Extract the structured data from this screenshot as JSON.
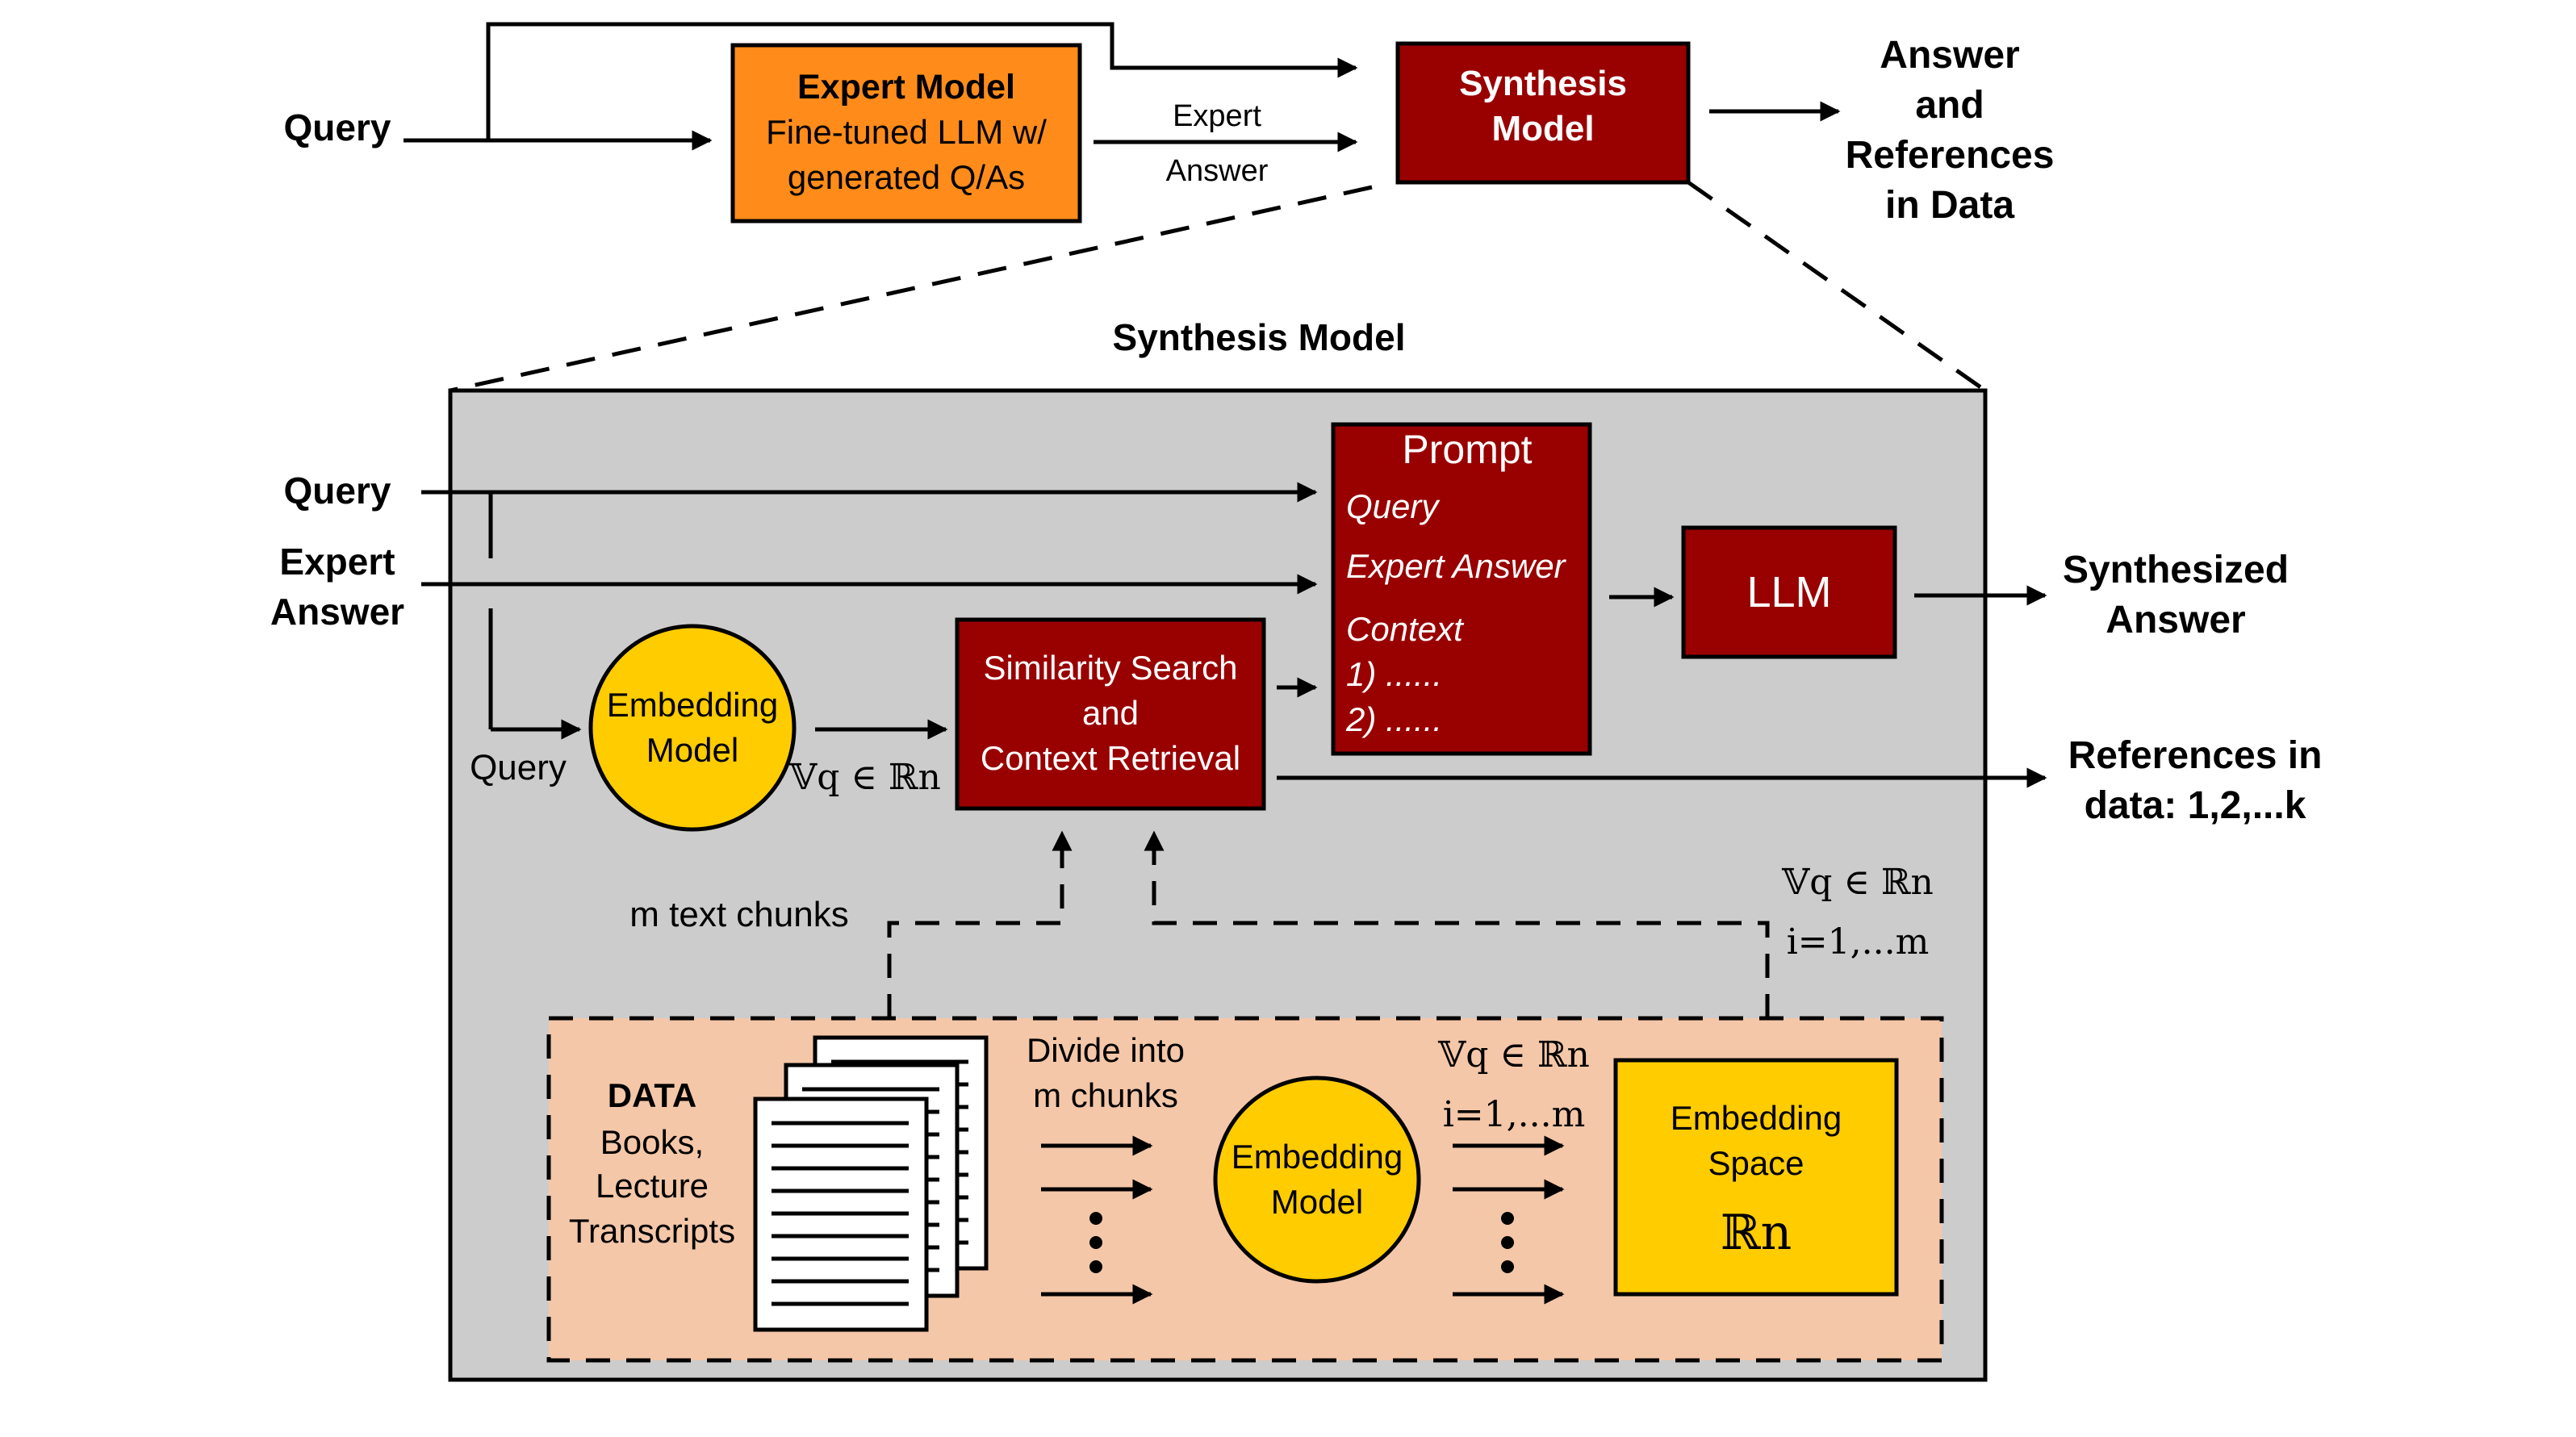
{
  "top": {
    "query": "Query",
    "expert_box": {
      "title": "Expert Model",
      "line1": "Fine-tuned LLM w/",
      "line2": "generated Q/As"
    },
    "expert_answer": [
      "Expert",
      "Answer"
    ],
    "synthesis_box": [
      "Synthesis",
      "Model"
    ],
    "output": [
      "Answer",
      "and",
      "References",
      "in Data"
    ]
  },
  "detail": {
    "title": "Synthesis Model",
    "query_in": "Query",
    "expert_answer_in": [
      "Expert",
      "Answer"
    ],
    "prompt": {
      "title": "Prompt",
      "items": [
        "Query",
        "Expert Answer",
        "Context",
        "1) ......",
        "2) ......"
      ]
    },
    "llm": "LLM",
    "synth_out": [
      "Synthesized",
      "Answer"
    ],
    "refs_out": [
      "References in",
      "data: 1,2,...k"
    ],
    "embed_model": [
      "Embedding",
      "Model"
    ],
    "query_label": "Query",
    "vq_label": "𝕍q ∈ ℝn",
    "sim_box": [
      "Similarity Search",
      "and",
      "Context Retrieval"
    ],
    "m_text_chunks": "m text chunks",
    "vi_label": [
      "𝕍q ∈ ℝn",
      "i=1,...m"
    ]
  },
  "data": {
    "title": "DATA",
    "lines": [
      "Books,",
      "Lecture",
      "Transcripts"
    ],
    "divide": [
      "Divide into",
      "m chunks"
    ],
    "embed_model": [
      "Embedding",
      "Model"
    ],
    "vi_label": [
      "𝕍q ∈ ℝn",
      "i=1,...m"
    ],
    "space": [
      "Embedding",
      "Space",
      "ℝn"
    ]
  },
  "colors": {
    "orange": "#ff8c1a",
    "dark_red": "#990000",
    "yellow": "#ffcc00",
    "gray_panel": "#cccccc",
    "peach": "#f4c7a8"
  }
}
